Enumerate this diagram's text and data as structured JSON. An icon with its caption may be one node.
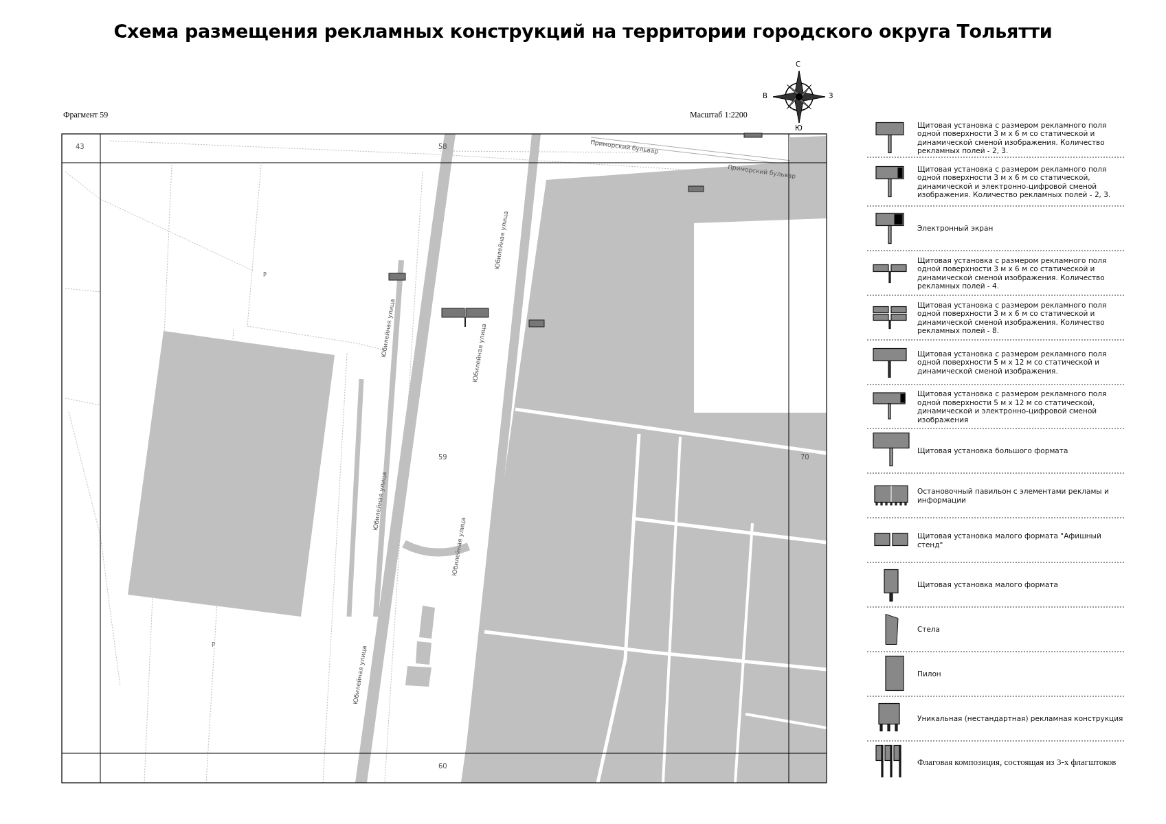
{
  "diagram": {
    "title": "Схема размещения рекламных конструкций на территории городского округа Тольятти",
    "labels": [
      "Фрагмент 59",
      "Масштаб 1:2200",
      "С",
      "В",
      "З",
      "Ю",
      "43",
      "58",
      "Приморский бульвар",
      "Приморский бульвар",
      "Р",
      "Юбилейная улица",
      "Юбилейная улица",
      "Юбилейная улица",
      "Юбилейная улица",
      "Юбилейная улица",
      "Юбилейная улица",
      "59",
      "70",
      "Р",
      "60"
    ],
    "legend": [
      {
        "text": "Щитовая установка с размером рекламного поля одной поверхности 3 м х 6 м со статической и динамической сменой изображения. Количество рекламных полей - 2, 3."
      },
      {
        "text": "Щитовая установка с размером рекламного поля одной поверхности 3 м х 6 м со статической, динамической и электронно-цифровой сменой изображения. Количество рекламных полей - 2, 3."
      },
      {
        "text": "Электронный экран"
      },
      {
        "text": "Щитовая установка с размером рекламного поля одной поверхности 3 м х 6 м со статической и динамической сменой изображения. Количество рекламных полей - 4."
      },
      {
        "text": "Щитовая установка с размером рекламного поля одной поверхности 3 м х 6 м со статической и динамической сменой изображения. Количество рекламных полей - 8."
      },
      {
        "text": "Щитовая установка с размером рекламного поля одной поверхности 5 м х 12 м со статической и динамической сменой изображения."
      },
      {
        "text": "Щитовая установка с размером рекламного поля одной поверхности 5 м х 12 м со статической, динамической и электронно-цифровой сменой изображения"
      },
      {
        "text": "Щитовая установка большого формата"
      },
      {
        "text": "Остановочный павильон с элементами рекламы и информации"
      },
      {
        "text": "Щитовая установка малого формата \"Афишный стенд\""
      },
      {
        "text": "Щитовая установка малого формата"
      },
      {
        "text": "Стела"
      },
      {
        "text": "Пилон"
      },
      {
        "text": "Уникальная (нестандартная) рекламная конструкция"
      },
      {
        "text": "Флаговая композиция, состоящая из 3-х флагштоков"
      }
    ]
  }
}
